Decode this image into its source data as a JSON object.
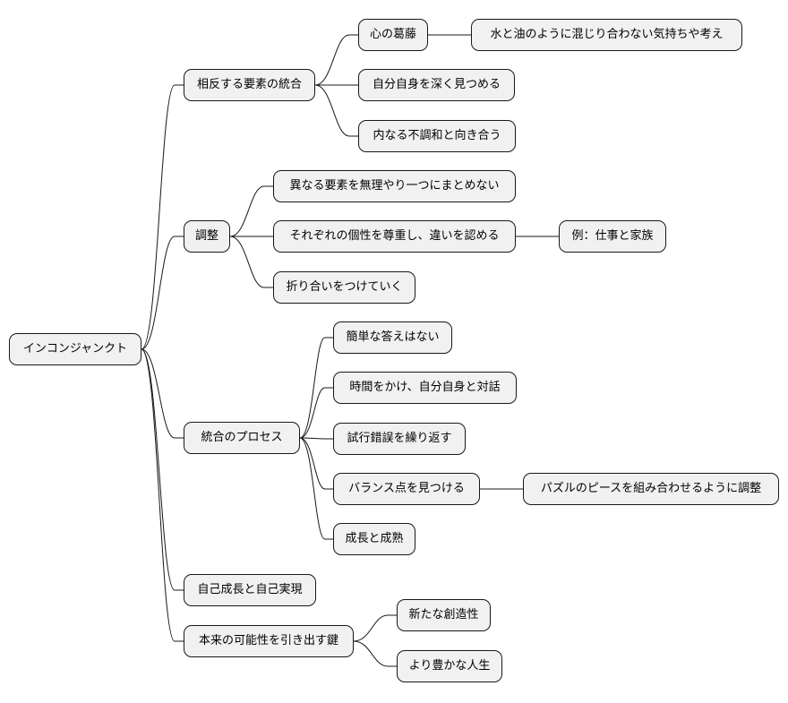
{
  "mindmap": {
    "root": "インコンジャンクト",
    "branches": [
      {
        "label": "相反する要素の統合",
        "children": [
          {
            "label": "心の葛藤",
            "children": [
              {
                "label": "水と油のように混じり合わない気持ちや考え"
              }
            ]
          },
          {
            "label": "自分自身を深く見つめる"
          },
          {
            "label": "内なる不調和と向き合う"
          }
        ]
      },
      {
        "label": "調整",
        "children": [
          {
            "label": "異なる要素を無理やり一つにまとめない"
          },
          {
            "label": "それぞれの個性を尊重し、違いを認める",
            "children": [
              {
                "label": "例：仕事と家族"
              }
            ]
          },
          {
            "label": "折り合いをつけていく"
          }
        ]
      },
      {
        "label": "統合のプロセス",
        "children": [
          {
            "label": "簡単な答えはない"
          },
          {
            "label": "時間をかけ、自分自身と対話"
          },
          {
            "label": "試行錯誤を繰り返す"
          },
          {
            "label": "バランス点を見つける",
            "children": [
              {
                "label": "パズルのピースを組み合わせるように調整"
              }
            ]
          },
          {
            "label": "成長と成熟"
          }
        ]
      },
      {
        "label": "自己成長と自己実現"
      },
      {
        "label": "本来の可能性を引き出す鍵",
        "children": [
          {
            "label": "新たな創造性"
          },
          {
            "label": "より豊かな人生"
          }
        ]
      }
    ]
  }
}
